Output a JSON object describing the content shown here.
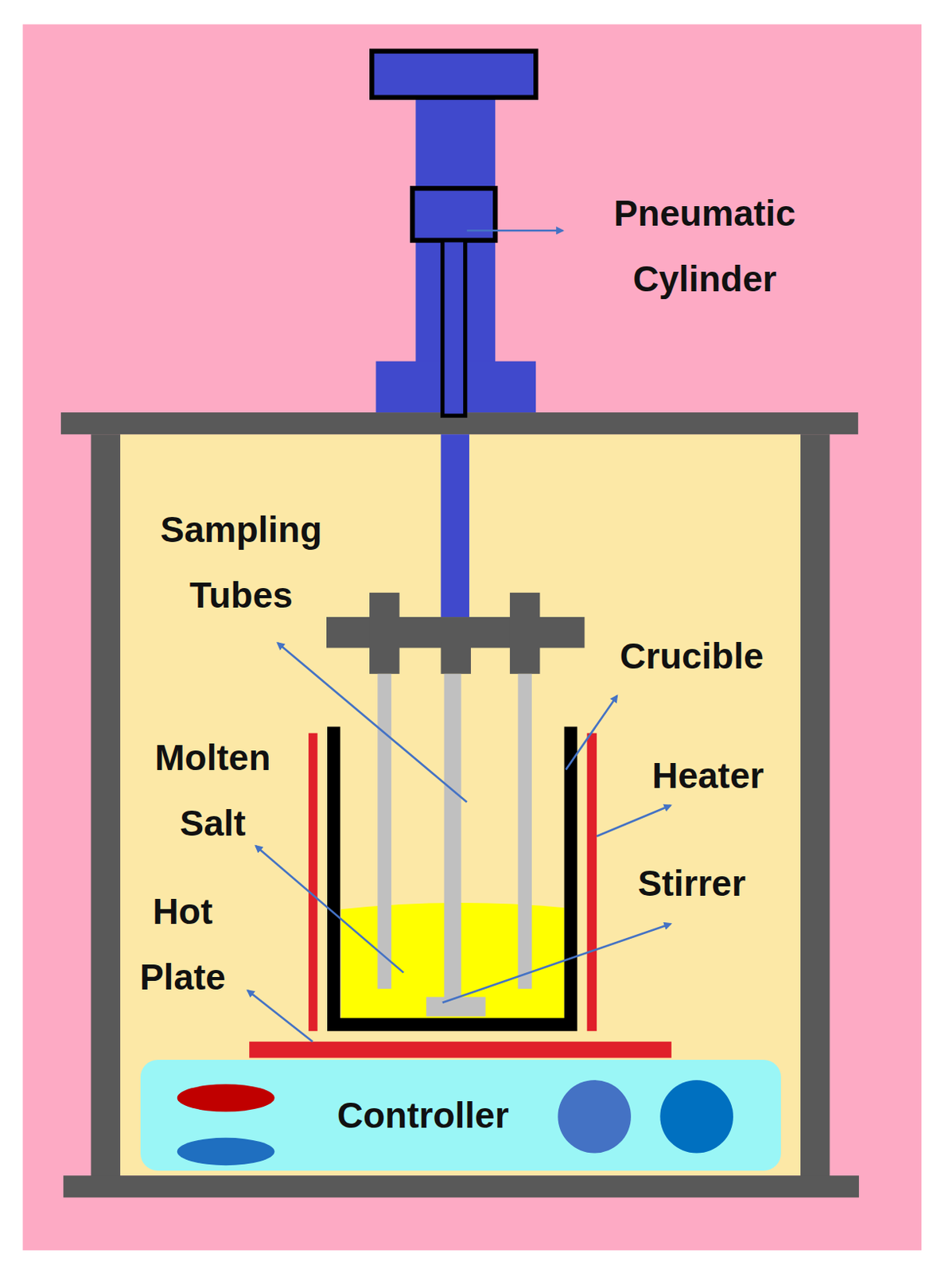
{
  "diagram": {
    "nodes": [
      {
        "text": [
          "Controller"
        ]
      }
    ],
    "labels": [
      "Pneumatic Cylinder",
      "Sampling Tubes",
      "Crucible",
      "Molten Salt",
      "Heater",
      "Stirrer",
      "Hot Plate"
    ]
  }
}
